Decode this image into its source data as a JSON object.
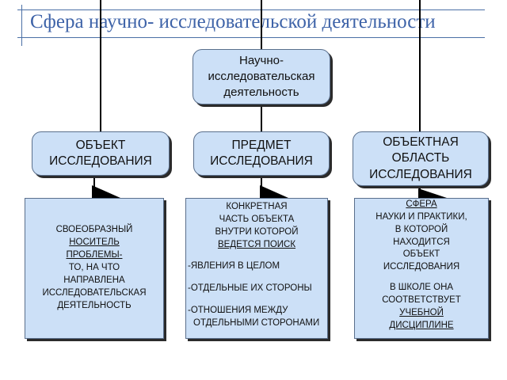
{
  "title": "Сфера научно- исследовательской деятельности",
  "colors": {
    "box_fill": "#cce0f7",
    "title": "#3e63a8",
    "accent": "#4a6fa5"
  },
  "main_node": {
    "lines": [
      "Научно-",
      "исследовательская",
      "деятельность"
    ]
  },
  "categories": [
    {
      "lines": [
        "ОБЪЕКТ",
        "ИССЛЕДОВАНИЯ"
      ]
    },
    {
      "lines": [
        "ПРЕДМЕТ",
        "ИССЛЕДОВАНИЯ"
      ]
    },
    {
      "lines": [
        "ОБЪЕКТНАЯ",
        "ОБЛАСТЬ",
        "ИССЛЕДОВАНИЯ"
      ]
    }
  ],
  "descriptions": [
    {
      "lines": [
        "СВОЕОБРАЗНЫЙ",
        "НОСИТЕЛЬ",
        "ПРОБЛЕМЫ-",
        "ТО, НА ЧТО",
        "НАПРАВЛЕНА",
        "ИССЛЕДОВАТЕЛЬСКАЯ",
        "ДЕЯТЕЛЬНОСТЬ"
      ]
    },
    {
      "lines": [
        "КОНКРЕТНАЯ",
        "ЧАСТЬ ОБЪЕКТА",
        "ВНУТРИ КОТОРОЙ",
        "ВЕДЕТСЯ ПОИСК",
        "-ЯВЛЕНИЯ В ЦЕЛОМ",
        "-ОТДЕЛЬНЫЕ ИХ СТОРОНЫ",
        "-ОТНОШЕНИЯ МЕЖДУ",
        "ОТДЕЛЬНЫМИ СТОРОНАМИ"
      ]
    },
    {
      "lines": [
        "СФЕРА",
        "НАУКИ И ПРАКТИКИ,",
        "В КОТОРОЙ",
        "НАХОДИТСЯ",
        "ОБЪЕКТ",
        "ИССЛЕДОВАНИЯ",
        "В ШКОЛЕ ОНА",
        "СООТВЕТСТВУЕТ",
        "УЧЕБНОЙ",
        "ДИСЦИПЛИНЕ"
      ]
    }
  ]
}
